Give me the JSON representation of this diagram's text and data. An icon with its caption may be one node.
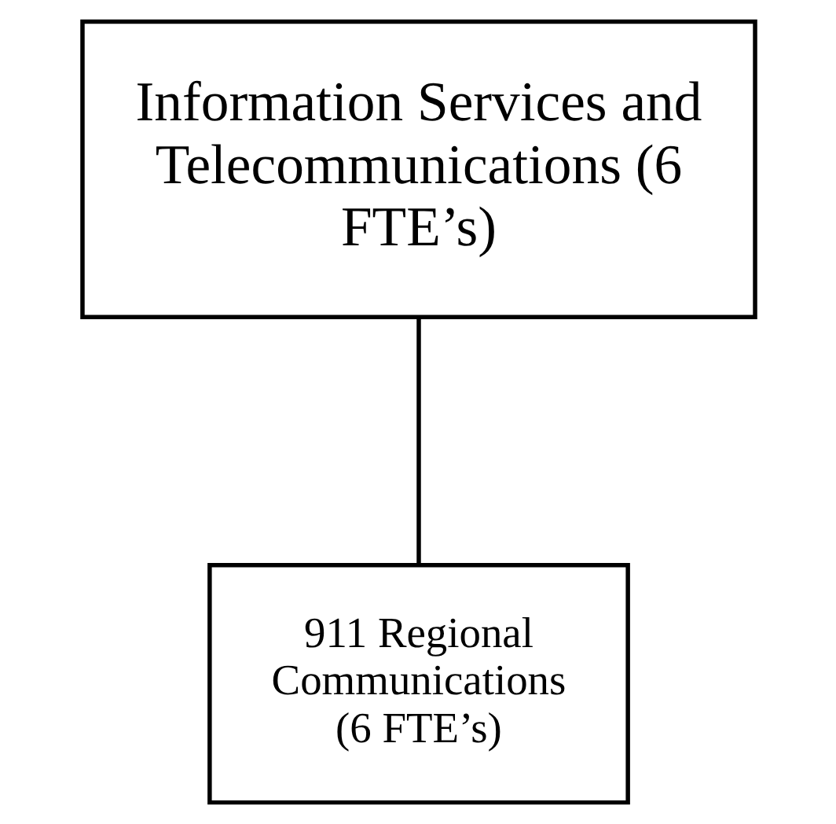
{
  "diagram": {
    "nodes": [
      {
        "text": [
          "Information Services and Telecommunications (6 FTE’s)"
        ]
      },
      {
        "text": [
          "911 Regional Communications (6 FTE’s)"
        ]
      }
    ],
    "edges": [
      {
        "from": 0,
        "to": 1,
        "arrow": "none"
      }
    ]
  }
}
